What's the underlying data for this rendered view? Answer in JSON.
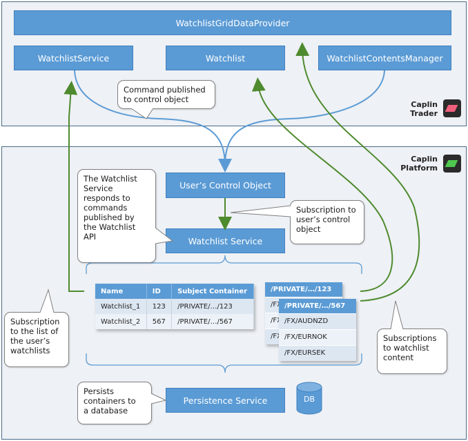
{
  "trader": {
    "brand": "Caplin\nTrader",
    "provider": "WatchlistGridDataProvider",
    "service": "WatchlistService",
    "watchlist": "Watchlist",
    "contents_manager": "WatchlistContentsManager",
    "logo_color": "#f0607c"
  },
  "platform": {
    "brand": "Caplin\nPlatform",
    "control_object": "User’s Control Object",
    "watchlist_service": "Watchlist Service",
    "persistence_service": "Persistence Service",
    "db": "DB",
    "logo_color": "#4ec84e"
  },
  "callouts": {
    "command_published": "Command published\nto control object",
    "watchlist_service_desc": "The Watchlist\nService\nresponds to\ncommands\npublished by\nthe Watchlist\nAPI",
    "subscription_control": "Subscription to\nuser’s control\nobject",
    "subscription_lists": "Subscription\nto the  list of\nthe user’s\nwatchlists",
    "subscriptions_content": "Subscriptions\nto watchlist\ncontent",
    "persists": "Persists\ncontainers to\na database"
  },
  "watchlists_table": {
    "headers": [
      "Name",
      "ID",
      "Subject Container"
    ],
    "rows": [
      [
        "Watchlist_1",
        "123",
        "/PRIVATE/…/123"
      ],
      [
        "Watchlist_2",
        "567",
        "/PRIVATE/…/567"
      ]
    ]
  },
  "container_back": {
    "header": "/PRIVATE/…/123",
    "rows": [
      "/FX/…",
      "/FX/…",
      "/FX/…"
    ]
  },
  "container_front": {
    "header": "/PRIVATE/…/567",
    "rows": [
      "/FX/AUDNZD",
      "/FX/EURNOK",
      "/FX/EURSEK"
    ]
  },
  "colors": {
    "box_fill": "#5b9bd5",
    "blue_arrow": "#5b9bd5",
    "green_arrow": "#4e8a2e"
  }
}
